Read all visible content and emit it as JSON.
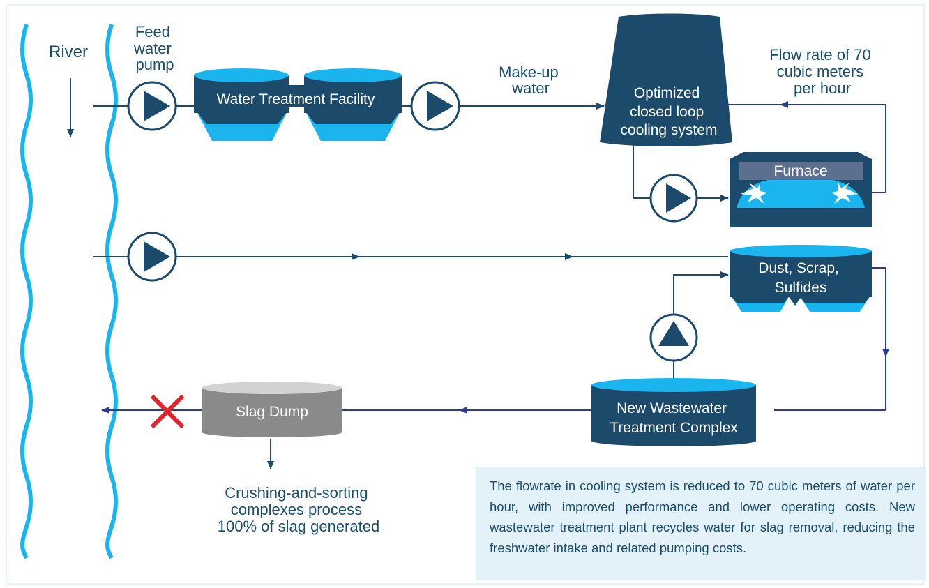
{
  "labels": {
    "river": "River",
    "feed_pump": [
      "Feed",
      "water",
      "pump"
    ],
    "water_treatment": "Water Treatment Facility",
    "makeup_water": [
      "Make-up",
      "water"
    ],
    "cooling_system": [
      "Optimized",
      "closed loop",
      "cooling system"
    ],
    "flow_rate": [
      "Flow rate of 70",
      "cubic meters",
      "per hour"
    ],
    "furnace": "Furnace",
    "dust_scrap": [
      "Dust, Scrap,",
      "Sulfides"
    ],
    "wastewater_complex": [
      "New Wastewater",
      "Treatment Complex"
    ],
    "slag_dump": "Slag Dump",
    "crushing": [
      "Crushing-and-sorting",
      "complexes process",
      "100% of slag generated"
    ]
  },
  "note": {
    "text": "The flowrate in cooling system is reduced to 70 cubic meters of water per hour, with improved performance and lower operating costs. New wastewater treatment plant recycles water for slag removal, reducing the freshwater intake and related pumping costs."
  },
  "colors": {
    "dark_blue": "#1b4a6b",
    "light_blue": "#1ab4ee",
    "navy_line": "#2b3d8f",
    "gray": "#8a8a8a",
    "light_gray": "#d2d2d2",
    "red_x": "#e0242b",
    "note_bg": "#e2f2f8"
  },
  "icons": [
    "pump-icon",
    "blocked-x-icon",
    "flame-icon"
  ]
}
